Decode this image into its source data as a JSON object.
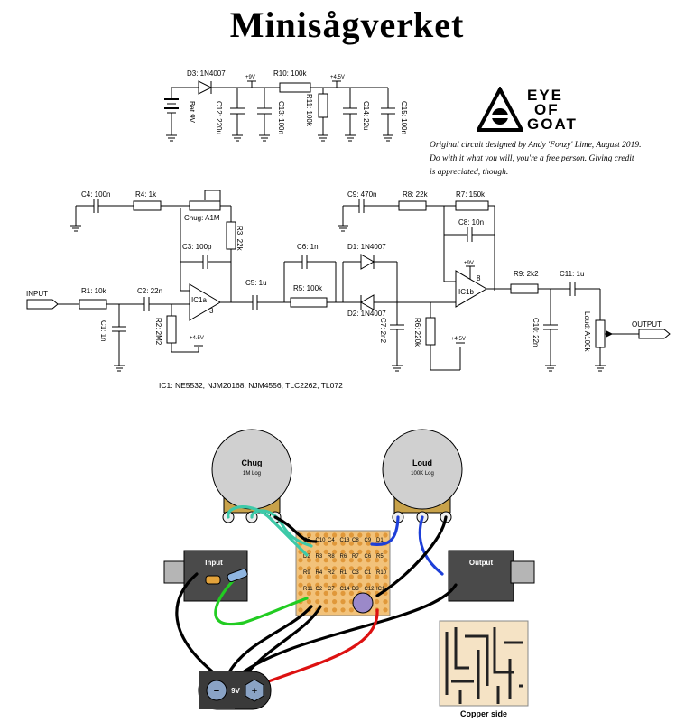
{
  "title": "Minisågverket",
  "logo": {
    "line1": "EYE",
    "line2": "OF",
    "line3": "GOAT"
  },
  "credit": {
    "line1": "Original circuit designed by Andy 'Fonzy' Lime, August 2019.",
    "line2": "Do with it what you will, you're a free person. Giving credit",
    "line3": "is appreciated, though."
  },
  "power": {
    "d3": "D3: 1N4007",
    "plus9v": "+9V",
    "r10": "R10: 100k",
    "plus45v": "+4.5V",
    "bat": "Bat 9V",
    "c12": "C12: 220u",
    "c13": "C13: 100n",
    "r11": "R11: 100k",
    "c14": "C14: 22u",
    "c15": "C15: 100n"
  },
  "main": {
    "c4": "C4: 100n",
    "r4": "R4: 1k",
    "chug": "Chug: A1M",
    "r3": "R3: 22k",
    "c3": "C3: 100p",
    "c6": "C6: 1n",
    "d1": "D1: 1N4007",
    "c9": "C9: 470n",
    "r8": "R8: 22k",
    "r7": "R7: 150k",
    "c8": "C8: 10n",
    "plus9v": "+9V",
    "pin8": "8",
    "r9": "R9: 2k2",
    "c11": "C11: 1u",
    "input": "INPUT",
    "r1": "R1: 10k",
    "c2": "C2: 22n",
    "ic1a": "IC1a",
    "pin3": "3",
    "c5": "C5: 1u",
    "r5": "R5: 100k",
    "d2": "D2: 1N4007",
    "ic1b": "IC1b",
    "output": "OUTPUT",
    "c1": "C1: 1n",
    "r2": "R2: 2M2",
    "plus45v_a": "+4.5V",
    "c7": "C7: 2n2",
    "r6": "R6: 220k",
    "plus45v_b": "+4.5V",
    "c10": "C10: 22n",
    "loud": "Loud: A100k",
    "ic_list": "IC1: NE5532, NJM20168, NJM4556, TLC2262, TL072"
  },
  "wiring": {
    "pot_chug": "Chug",
    "pot_chug_val": "1M Log",
    "pot_loud": "Loud",
    "pot_loud_val": "100K Log",
    "jack_in": "Input",
    "jack_out": "Output",
    "copper": "Copper side",
    "batt_minus": "−",
    "batt_plus": "+",
    "batt_9v": "9V",
    "pcb_labels": [
      "C5",
      "C10",
      "C4",
      "C13",
      "C8",
      "C9",
      "D1",
      "D2",
      "R3",
      "R8",
      "R6",
      "R7",
      "C6",
      "R5",
      "R9",
      "R4",
      "R2",
      "R1",
      "C3",
      "C1",
      "R10",
      "R11",
      "C2",
      "C7",
      "C14",
      "D3",
      "C12",
      "IC1"
    ]
  },
  "colors": {
    "pot_body": "#d0d0d0",
    "pot_brass": "#c8a24a",
    "stripboard": "#f2c27a",
    "stripboard_pad": "#e0983a",
    "teal_wire": "#3dc9a8",
    "blue_wire": "#1e3fd8",
    "green_wire": "#22cc22",
    "red_wire": "#dd1111",
    "jack_dark": "#4a4a4a",
    "copper_strip": "#d98a38",
    "cap_purple": "#9b89c9"
  }
}
